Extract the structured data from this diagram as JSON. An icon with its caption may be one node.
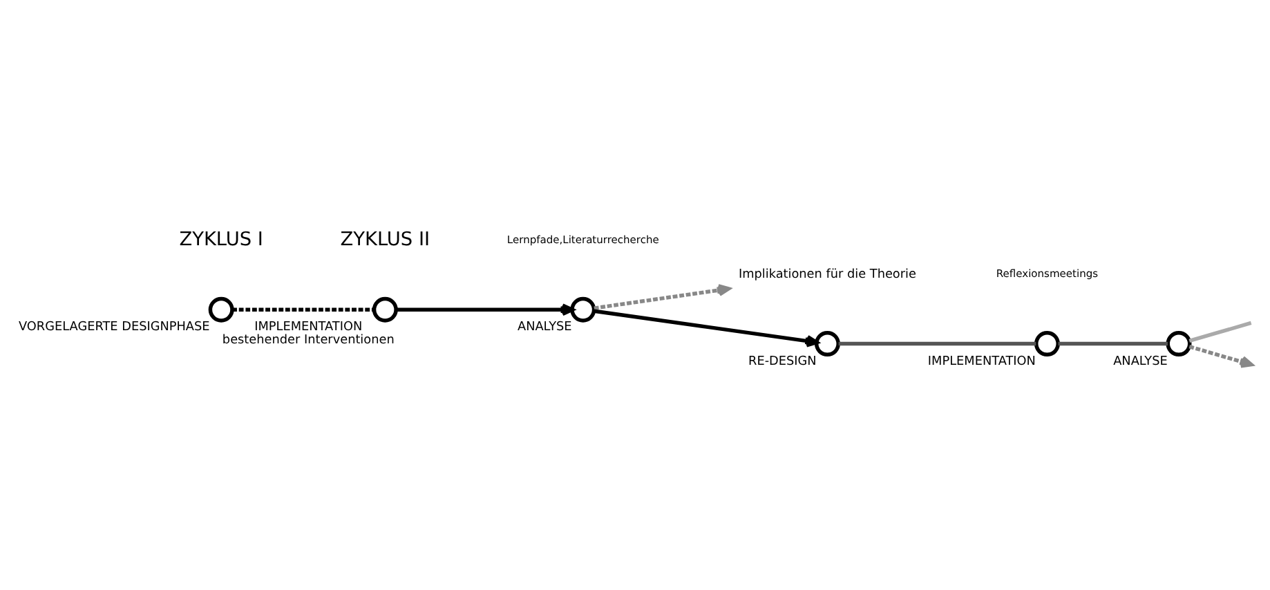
{
  "diagram": {
    "nodes": [
      {
        "text": [
          "VORGELAGERTE DESIGNPHASE"
        ]
      },
      {
        "text": [
          "ANALYSE"
        ]
      },
      {
        "text": [
          "IMPLEMENTATION",
          "bestehender Interventionen"
        ]
      },
      {
        "text": [
          "Implikationen für die Theorie"
        ]
      },
      {
        "text": [
          "RE-DESIGN"
        ]
      },
      {
        "text": [
          "ANALYSE"
        ]
      },
      {
        "text": [
          "IMPLEMENTATION"
        ]
      }
    ],
    "edges": [
      {
        "from": 0,
        "to": 2,
        "arrow": "none",
        "style": "dashed"
      },
      {
        "from": 2,
        "to": 1,
        "arrow": "to"
      },
      {
        "from": 1,
        "to": 4,
        "arrow": "to"
      },
      {
        "from": 1,
        "to": 3,
        "arrow": "to",
        "style": "dashed",
        "color": "#888888"
      },
      {
        "from": 4,
        "to": 6,
        "arrow": "none",
        "color": "#555555"
      },
      {
        "from": 6,
        "to": 5,
        "arrow": "none",
        "color": "#555555"
      },
      {
        "from": 5,
        "to": null,
        "arrow": "none",
        "color": "#aaaaaa"
      },
      {
        "from": 5,
        "to": null,
        "arrow": "to",
        "style": "dashed",
        "color": "#888888"
      }
    ],
    "labels": [
      "ZYKLUS I",
      "ZYKLUS II",
      "Lernpfade,Literaturrecherche",
      "Reflexionsmeetings"
    ]
  }
}
